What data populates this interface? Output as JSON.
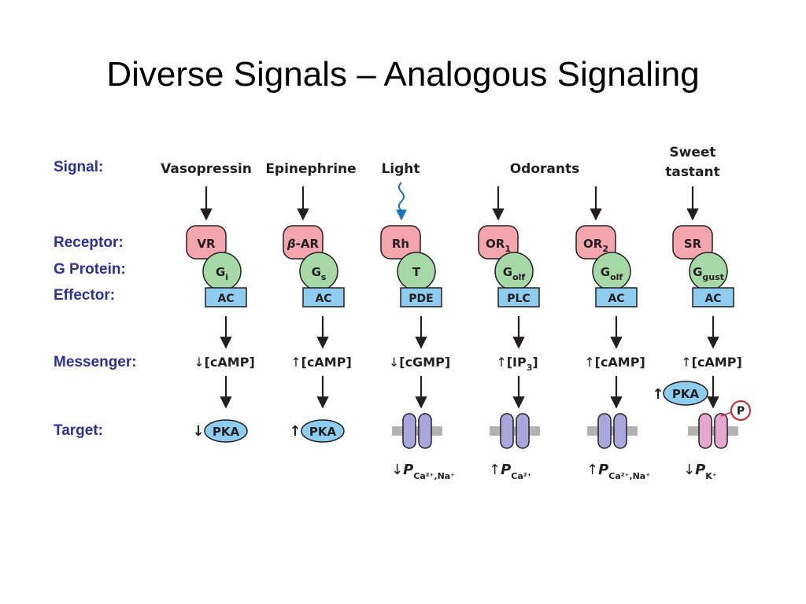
{
  "title": "Diverse Signals – Analogous Signaling",
  "row_labels": {
    "signal": "Signal:",
    "receptor": "Receptor:",
    "g_protein": "G Protein:",
    "effector": "Effector:",
    "messenger": "Messenger:",
    "target": "Target:"
  },
  "up_arrow": "↑",
  "down_arrow": "↓",
  "letter_p": "P",
  "phospho_label": "P",
  "colors": {
    "receptor_fill": "#f4a6ae",
    "gprotein_fill": "#a6d9a7",
    "effector_fill": "#8fcdf0",
    "pka_fill": "#8fcdf0",
    "channel_fill": "#a9a6dc",
    "k_channel_fill": "#e5a9cf",
    "membrane": "#b3b3b3",
    "label_blue": "#2e3192",
    "phospho_ring": "#c1272d",
    "light_wave": "#1b75bc"
  },
  "signals": {
    "vasopressin": "Vasopressin",
    "epinephrine": "Epinephrine",
    "light": "Light",
    "odorants": "Odorants",
    "sweet_line1": "Sweet",
    "sweet_line2": "tastant"
  },
  "columns": [
    {
      "receptor": "VR",
      "receptor_prefix": "",
      "receptor_sub": "",
      "gprotein": "G",
      "gprotein_sub": "i",
      "effector": "AC",
      "messenger": "[cAMP]",
      "messenger_sub": "",
      "messenger_tail": "",
      "messenger_dir": "down",
      "target": "PKA",
      "target_dir": "down"
    },
    {
      "receptor": "-AR",
      "receptor_prefix": "β",
      "receptor_sub": "",
      "gprotein": "G",
      "gprotein_sub": "s",
      "effector": "AC",
      "messenger": "[cAMP]",
      "messenger_sub": "",
      "messenger_tail": "",
      "messenger_dir": "up",
      "target": "PKA",
      "target_dir": "up"
    },
    {
      "receptor": "Rh",
      "receptor_prefix": "",
      "receptor_sub": "",
      "gprotein": "T",
      "gprotein_sub": "",
      "effector": "PDE",
      "messenger": "[cGMP]",
      "messenger_sub": "",
      "messenger_tail": "",
      "messenger_dir": "down",
      "permeability_sub": "Ca²⁺,Na⁺",
      "permeability_dir": "down"
    },
    {
      "receptor": "OR",
      "receptor_prefix": "",
      "receptor_sub": "1",
      "gprotein": "G",
      "gprotein_sub": "olf",
      "effector": "PLC",
      "messenger": "[IP",
      "messenger_sub": "3",
      "messenger_tail": "]",
      "messenger_dir": "up",
      "permeability_sub": "Ca²⁺",
      "permeability_dir": "up"
    },
    {
      "receptor": "OR",
      "receptor_prefix": "",
      "receptor_sub": "2",
      "gprotein": "G",
      "gprotein_sub": "olf",
      "effector": "AC",
      "messenger": "[cAMP]",
      "messenger_sub": "",
      "messenger_tail": "",
      "messenger_dir": "up",
      "permeability_sub": "Ca²⁺,Na⁺",
      "permeability_dir": "up"
    },
    {
      "receptor": "SR",
      "receptor_prefix": "",
      "receptor_sub": "",
      "gprotein": "G",
      "gprotein_sub": "gust",
      "effector": "AC",
      "messenger": "[cAMP]",
      "messenger_sub": "",
      "messenger_tail": "",
      "messenger_dir": "up",
      "kinase": "PKA",
      "kinase_dir": "up",
      "permeability_sub": "K⁺",
      "permeability_dir": "down"
    }
  ]
}
